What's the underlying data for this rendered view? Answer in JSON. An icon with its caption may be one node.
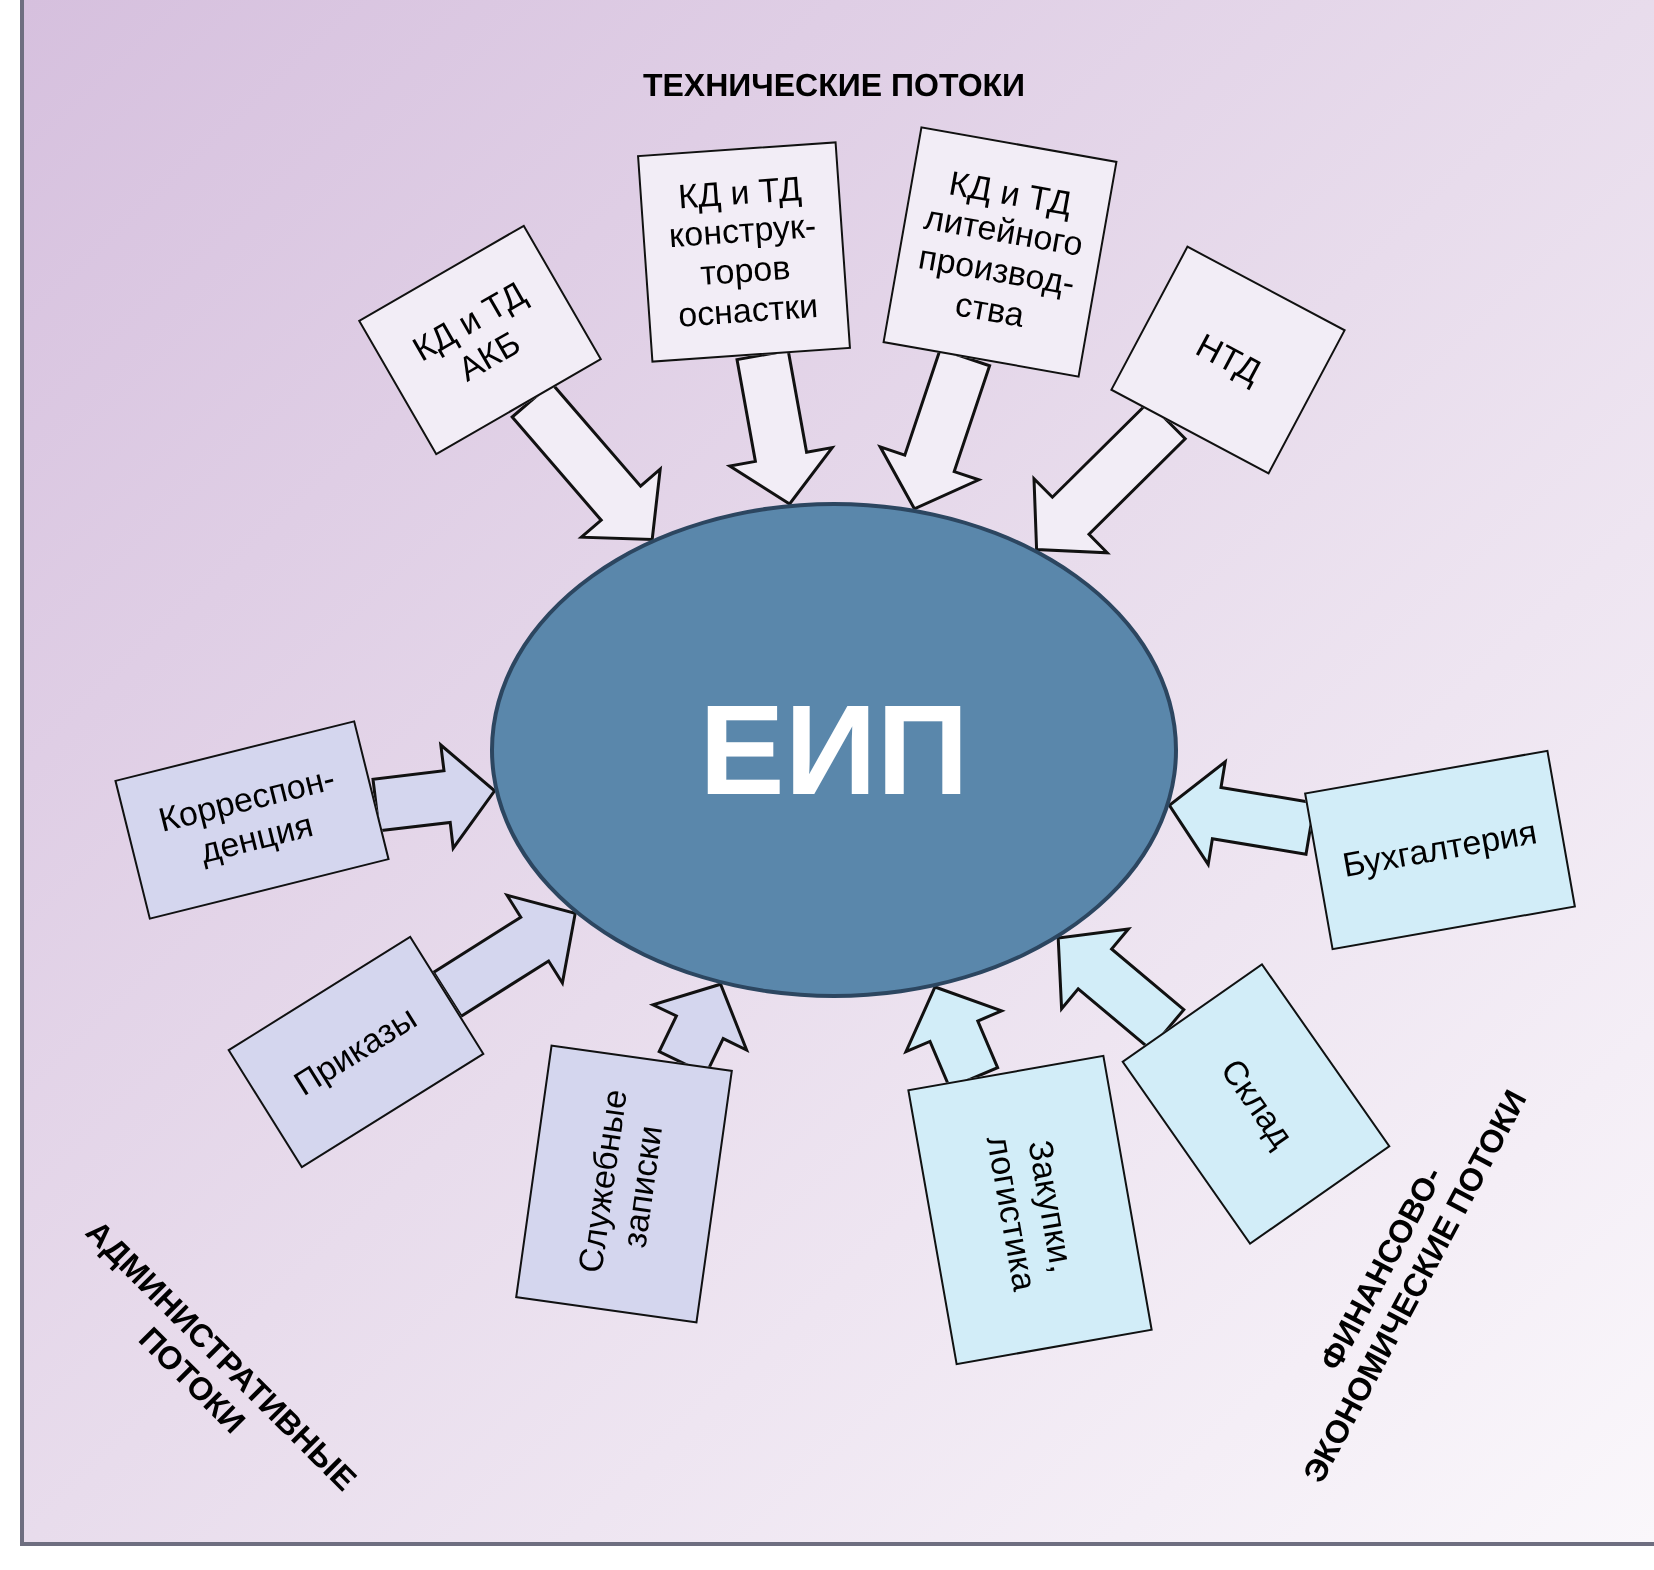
{
  "diagram": {
    "nodes": [
      {
        "text": [
          "ЕИП"
        ]
      },
      {
        "text": [
          "КД и ТД АКБ"
        ]
      },
      {
        "text": [
          "КД и ТД конструк-торов оснастки"
        ]
      },
      {
        "text": [
          "КД и ТД литейного производ-ства"
        ]
      },
      {
        "text": [
          "НТД"
        ]
      },
      {
        "text": [
          "Корреспон-денция"
        ]
      },
      {
        "text": [
          "Приказы"
        ]
      },
      {
        "text": [
          "Служебные записки"
        ]
      },
      {
        "text": [
          "Закупки, логистика"
        ]
      },
      {
        "text": [
          "Склад"
        ]
      },
      {
        "text": [
          "Бухгалтерия"
        ]
      }
    ],
    "edges": [
      {
        "from": 1,
        "to": 0,
        "arrow": "to"
      },
      {
        "from": 2,
        "to": 0,
        "arrow": "to"
      },
      {
        "from": 3,
        "to": 0,
        "arrow": "to"
      },
      {
        "from": 4,
        "to": 0,
        "arrow": "to"
      },
      {
        "from": 5,
        "to": 0,
        "arrow": "to"
      },
      {
        "from": 6,
        "to": 0,
        "arrow": "to"
      },
      {
        "from": 7,
        "to": 0,
        "arrow": "to"
      },
      {
        "from": 8,
        "to": 0,
        "arrow": "to"
      },
      {
        "from": 9,
        "to": 0,
        "arrow": "to"
      },
      {
        "from": 10,
        "to": 0,
        "arrow": "to"
      }
    ],
    "labels": [
      "ТЕХНИЧЕСКИЕ ПОТОКИ",
      "АДМИНИСТРАТИВНЫЕ ПОТОКИ",
      "ФИНАНСОВО-ЭКОНОМИЧЕСКИЕ ПОТОКИ"
    ]
  }
}
